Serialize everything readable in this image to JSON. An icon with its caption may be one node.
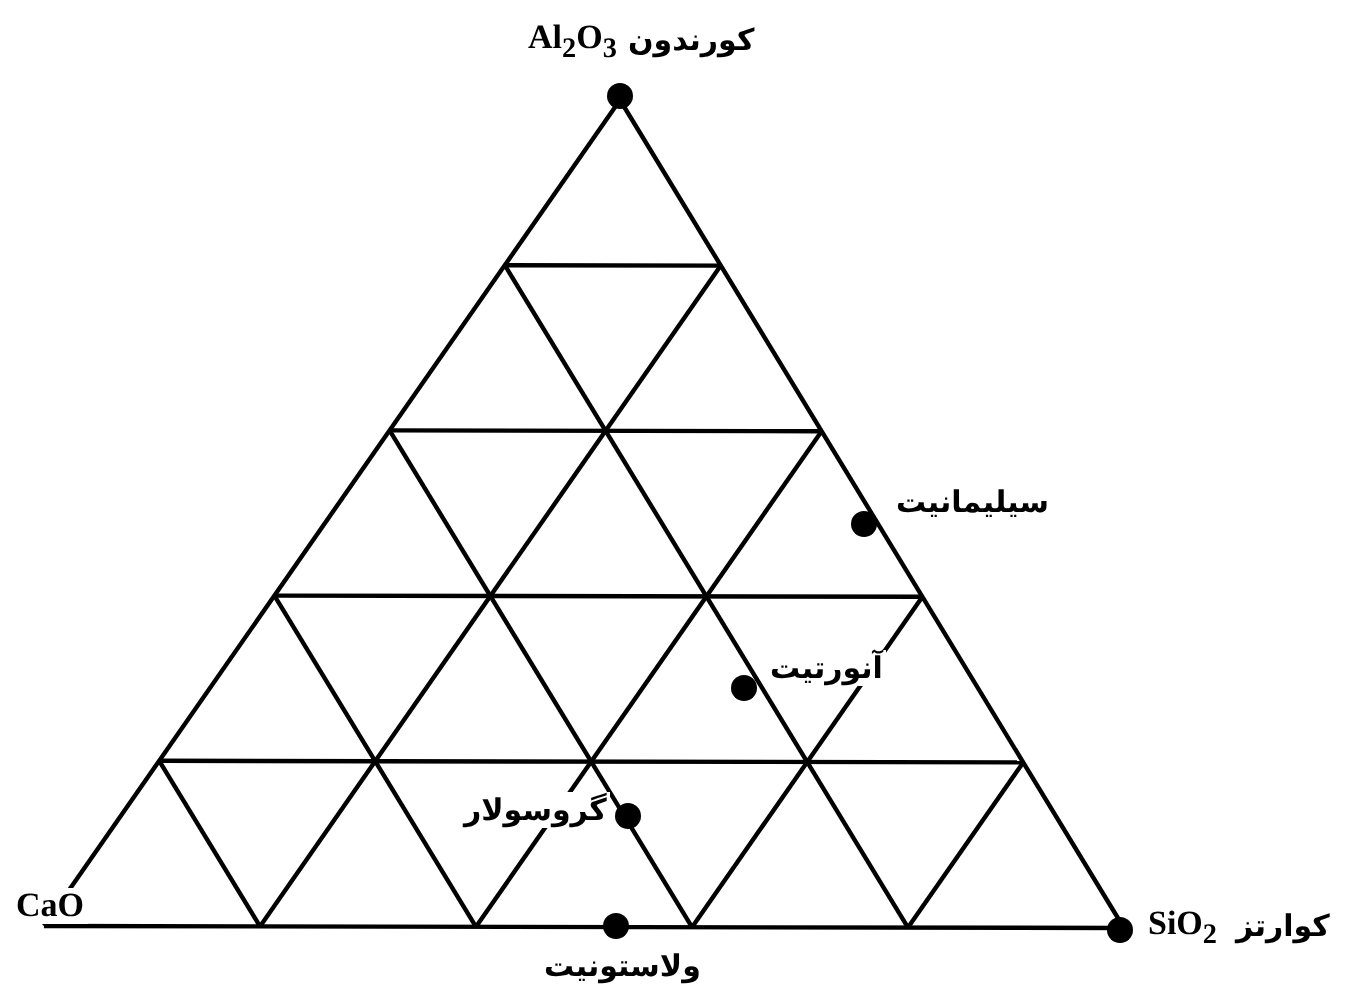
{
  "diagram": {
    "labels": [
      "Al$_{2}$O$_{3}$",
      "کورندون",
      "سیلیمانیت",
      "آنورتیت",
      "گروسولار",
      "CaO",
      "SiO$_{2}$",
      "کوارتز",
      "ولاستونیت"
    ]
  }
}
